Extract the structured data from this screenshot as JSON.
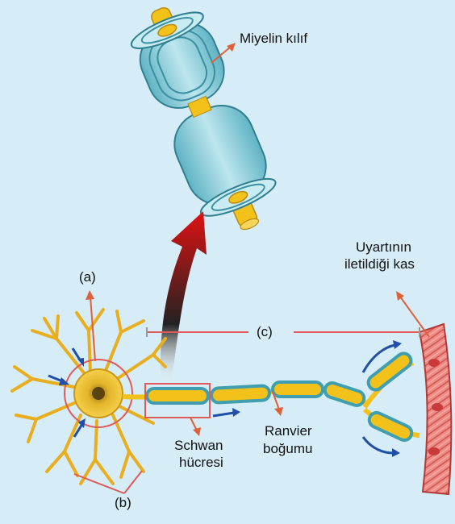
{
  "labels": {
    "myelin_sheath": "Miyelin kılıf",
    "muscle": [
      "Uyartının",
      "iletildiği kas"
    ],
    "a": "(a)",
    "b": "(b)",
    "c": "(c)",
    "schwann": [
      "Schwan",
      "hücresi"
    ],
    "ranvier": [
      "Ranvier",
      "boğumu"
    ]
  },
  "colors": {
    "background": "#d6ecf6",
    "axon": "#f2c21a",
    "myelin": "#9fd4df",
    "pointer": "#e0603a",
    "flow_arrow": "#1f4fa8",
    "big_arrow": "#e01212",
    "muscle": "#e87b7b"
  }
}
